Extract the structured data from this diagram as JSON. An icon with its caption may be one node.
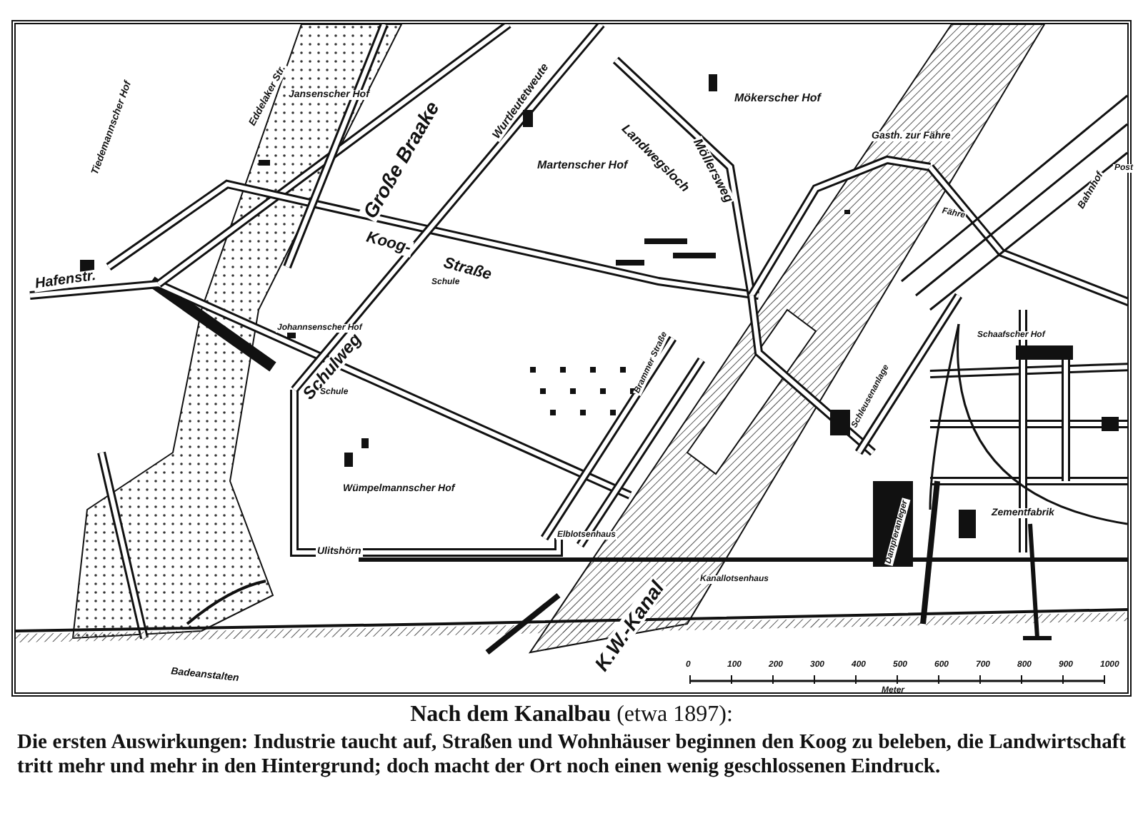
{
  "diagram": {
    "title": "**Nach dem Kanalbau** (etwa 1897):",
    "caption": "Die ersten Auswirkungen: Industrie taucht auf, Straßen und Wohnhäuser beginnen den Koog zu beleben, die Landwirtschaft tritt mehr und mehr in den Hintergrund; doch macht der Ort noch einen wenig geschlossenen Eindruck.",
    "labels": [
      "Tiedemannscher Hof",
      "Hafenstr.",
      "Eddelaker Str.",
      "Jansenscher Hof",
      "Große Braake",
      "Wurtleutetweute",
      "Martenscher Hof",
      "Mökerscher Hof",
      "Landwegsloch",
      "Möllersweg",
      "Gasth. zur Fähre",
      "Fähre",
      "Post",
      "Bahnhof",
      "Koog-",
      "Straße",
      "Schule",
      "Schulweg",
      "Johannsenscher Hof",
      "Schule",
      "Schaafscher Hof",
      "Brammer Straße",
      "Elblotsenhaus",
      "Schleusenanlage",
      "Wümpelmannscher Hof",
      "Ulitshörn",
      "Dampferanleger",
      "Zementfabrik",
      "Kanallotsenhaus",
      "K.W.-Kanal",
      "Badeanstalten",
      "0",
      "100",
      "200",
      "300",
      "400",
      "500",
      "600",
      "700",
      "800",
      "900",
      "1000",
      "Meter"
    ]
  }
}
